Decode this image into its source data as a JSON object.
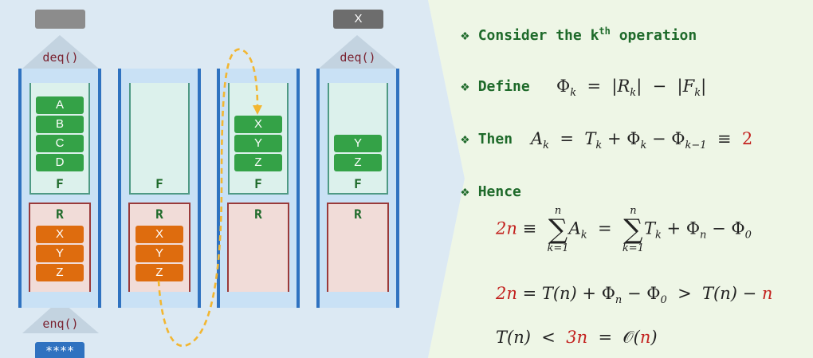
{
  "colors": {
    "fbox_border": "#4f9a84",
    "rbox_border": "#9a3a3a",
    "front_chip": "#34a247",
    "rear_chip": "#de6c0e",
    "column_rail": "#2f72c0",
    "arrow": "#f2b631",
    "text_green": "#1e6a2a",
    "emphasis_red": "#c3221f"
  },
  "diagram": {
    "deq_label": "deq()",
    "enq_label": "enq()",
    "f_label": "F",
    "r_label": "R",
    "input_badge": "****",
    "output_badge": "X",
    "columns": [
      {
        "front": [
          "A",
          "B",
          "C",
          "D"
        ],
        "rear": [
          "X",
          "Y",
          "Z"
        ]
      },
      {
        "front": [],
        "rear": [
          "X",
          "Y",
          "Z"
        ]
      },
      {
        "front": [
          "X",
          "Y",
          "Z"
        ],
        "rear": []
      },
      {
        "front": [
          "Y",
          "Z"
        ],
        "rear": []
      }
    ]
  },
  "proof": {
    "bullet": "❖",
    "consider_pre": "Consider the k",
    "consider_sup": "th",
    "consider_post": " operation",
    "define_label": "Define",
    "then_label": "Then",
    "hence_label": "Hence",
    "const_two": "2",
    "two_n": "2n",
    "three_n": "3n",
    "minus_n": "n"
  }
}
